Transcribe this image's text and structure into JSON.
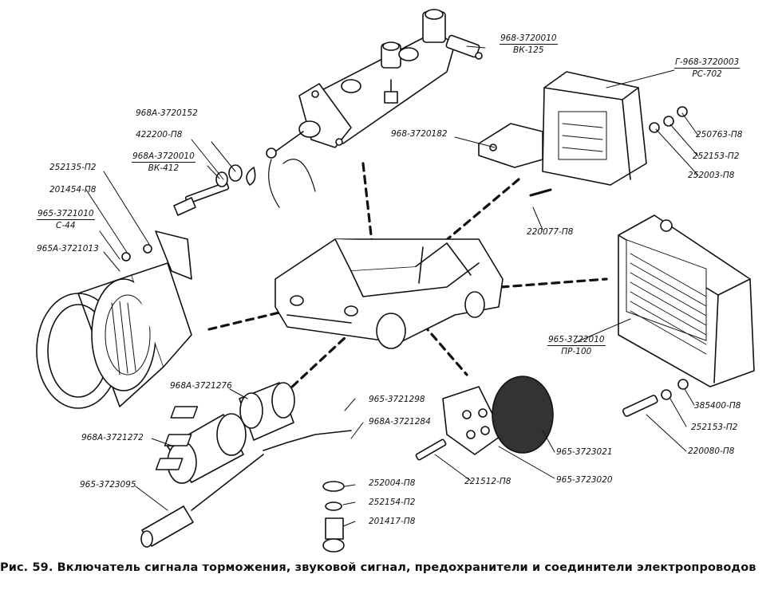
{
  "caption": {
    "prefix": "Рис. 59.",
    "text": "Включатель сигнала торможения, звуковой сигнал, предохранители и соединители электропроводов"
  },
  "labels": {
    "l01": {
      "a": "968-3720010",
      "b": "ВК-125"
    },
    "l02": {
      "a": "Г-968-3720003",
      "b": "РС-702"
    },
    "l03": "968А-3720152",
    "l04": "422200-П8",
    "l05": {
      "a": "968А-3720010",
      "b": "ВК-412"
    },
    "l06": "968-3720182",
    "l07": "250763-П8",
    "l08": "252153-П2",
    "l09": "252003-П8",
    "l10": "252135-П2",
    "l11": "201454-П8",
    "l12": {
      "a": "965-3721010",
      "b": "С-44"
    },
    "l13": "965А-3721013",
    "l14": "220077-П8",
    "l15": {
      "a": "965-3722010",
      "b": "ПР-100"
    },
    "l16": "968А-3721276",
    "l17": "965-3721298",
    "l18": "968А-3721284",
    "l19": "968А-3721272",
    "l20": "965-3723095",
    "l21": "252004-П8",
    "l22": "252154-П2",
    "l23": "201417-П8",
    "l24": "221512-П8",
    "l25": "965-3723021",
    "l26": "965-3723020",
    "l27": "385400-П8",
    "l28": "252153-П2",
    "l29": "220080-П8"
  }
}
